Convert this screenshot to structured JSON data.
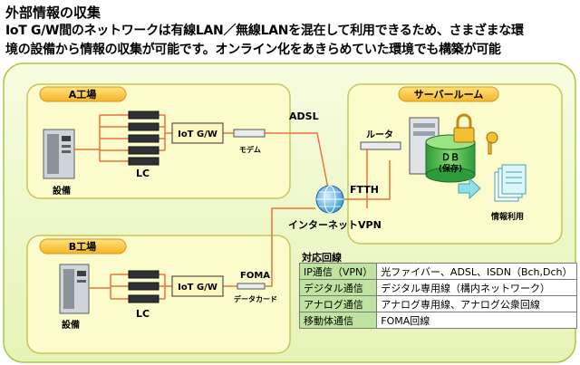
{
  "header": {
    "title": "外部情報の収集",
    "line1": "IoT G/W間のネットワークは有線LAN／無線LANを混在して利用できるため、さまざまな環",
    "line2": "境の設備から情報の収集が可能です。オンライン化をあきらめていた環境でも構築が可能"
  },
  "factory_a": {
    "title": "A工場",
    "equipment": "設備",
    "lc": "LC",
    "gateway": "IoT G/W",
    "modem": "モデム",
    "link": "ADSL"
  },
  "factory_b": {
    "title": "B工場",
    "equipment": "設備",
    "lc": "LC",
    "gateway": "IoT G/W",
    "card": "データカード",
    "link": "FOMA"
  },
  "vpn": {
    "label": "インターネットVPN",
    "ftth": "FTTH"
  },
  "server_room": {
    "title": "サーバールーム",
    "router": "ルータ",
    "db_line1": "ＤＢ",
    "db_line2": "(保存)",
    "info_use": "情報利用"
  },
  "lines_table": {
    "title": "対応回線",
    "rows": [
      {
        "type": "IP通信（VPN）",
        "lines": "光ファイバー、ADSL、ISDN（Bch,Dch）"
      },
      {
        "type": "デジタル通信",
        "lines": "デジタル専用線（構内ネットワーク）"
      },
      {
        "type": "アナログ通信",
        "lines": "アナログ専用線、アナログ公衆回線"
      },
      {
        "type": "移動体通信",
        "lines": "FOMA回線"
      }
    ]
  },
  "colors": {
    "outer_bg": "#f0f8d2",
    "outer_border": "#a9c83c",
    "panel_bg": "#fbfbcc",
    "panel_border": "#c9c45c",
    "title_bar": "#ffd04a",
    "gateway_box": "#fcf6c0",
    "line": "#e8753a",
    "table_key_bg": "#bfe3a0"
  }
}
